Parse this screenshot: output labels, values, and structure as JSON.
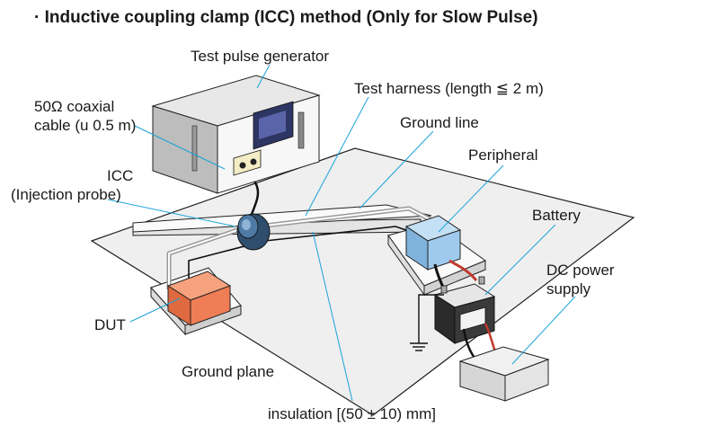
{
  "title": "· Inductive coupling clamp (ICC) method (Only for Slow Pulse)",
  "labels": {
    "generator": "Test pulse generator",
    "coax_line1": "50Ω coaxial",
    "coax_line2": "cable (u 0.5 m)",
    "icc_line1": "ICC",
    "icc_line2": "(Injection probe)",
    "harness": "Test harness (length ≦ 2 m)",
    "ground_line": "Ground line",
    "peripheral": "Peripheral",
    "battery": "Battery",
    "dc_line1": "DC power",
    "dc_line2": "supply",
    "dut": "DUT",
    "ground_plane": "Ground plane",
    "insulation": "insulation [(50 ± 10) mm]"
  },
  "colors": {
    "plane": "#efefef",
    "dut": "#ef7d55",
    "peripheral": "#8dc0e8",
    "leader": "#1ba3d9",
    "clamp": "#2f4e6e"
  }
}
